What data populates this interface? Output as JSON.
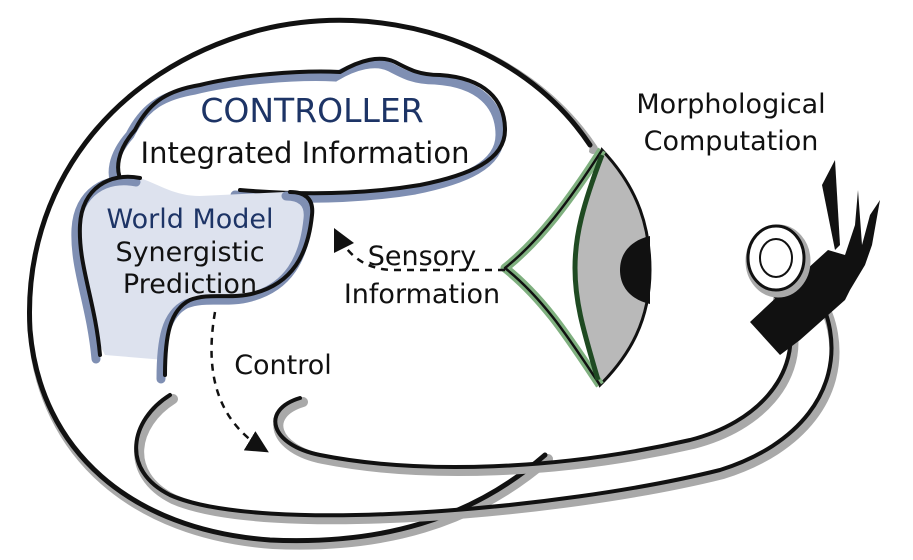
{
  "labels": {
    "controller": "CONTROLLER",
    "integrated": "Integrated Information",
    "world_model": "World Model",
    "synergistic": "Synergistic",
    "prediction": "Prediction",
    "sensory": "Sensory",
    "information": "Information",
    "control": "Control",
    "morphological": "Morphological",
    "computation": "Computation"
  },
  "colors": {
    "outline": "#111111",
    "blue_accent": "#7f8fb3",
    "blue_text": "#1d3466",
    "world_model_fill": "#dde2ee",
    "eye_gray": "#b9b9b9",
    "eye_green": "#7fb07f",
    "eye_dark_green": "#1f4a22",
    "body_shadow": "#a9a9a9"
  }
}
